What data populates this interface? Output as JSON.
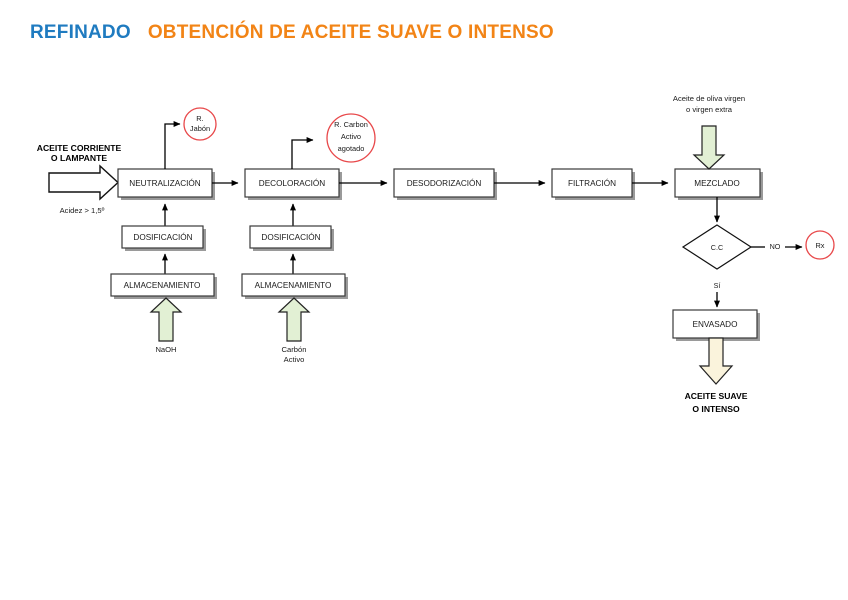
{
  "title": {
    "prefix": "REFINADO",
    "main": "OBTENCIÓN DE ACEITE SUAVE O INTENSO",
    "prefix_color": "#1F7BC0",
    "main_color": "#F28416"
  },
  "diagram": {
    "type": "process-flowchart",
    "inputs": {
      "feed_label_line1": "ACEITE CORRIENTE",
      "feed_label_line2": "O LAMPANTE",
      "feed_note": "Acidez > 1,5º",
      "naoh_label": "NaOH",
      "carbon_label_line1": "Carbón",
      "carbon_label_line2": "Activo",
      "virgin_oil_line1": "Aceite de oliva virgen",
      "virgin_oil_line2": "o virgen extra"
    },
    "main_stages": [
      {
        "id": "neutralizacion",
        "label": "NEUTRALIZACIÓN"
      },
      {
        "id": "decoloracion",
        "label": "DECOLORACIÓN"
      },
      {
        "id": "desodorizacion",
        "label": "DESODORIZACIÓN"
      },
      {
        "id": "filtracion",
        "label": "FILTRACIÓN"
      },
      {
        "id": "mezclado",
        "label": "MEZCLADO"
      }
    ],
    "dosing_units": [
      {
        "id": "dosificacion-1",
        "label": "DOSIFICACIÓN"
      },
      {
        "id": "dosificacion-2",
        "label": "DOSIFICACIÓN"
      }
    ],
    "storage_units": [
      {
        "id": "almacenamiento-1",
        "label": "ALMACENAMIENTO"
      },
      {
        "id": "almacenamiento-2",
        "label": "ALMACENAMIENTO"
      }
    ],
    "residues": [
      {
        "id": "r-jabon",
        "lines": [
          "R.",
          "Jabón"
        ]
      },
      {
        "id": "r-carbon",
        "lines": [
          "R. Carbon",
          "Activo",
          "agotado"
        ]
      }
    ],
    "quality_check": {
      "label": "C.C",
      "no_label": "NO",
      "yes_label": "Sí",
      "rework_label": "Rx"
    },
    "packaging": {
      "label": "ENVASADO"
    },
    "output": {
      "line1": "ACEITE SUAVE",
      "line2": "O INTENSO"
    },
    "colors": {
      "residue_circle_stroke": "#e8484a",
      "green_arrow_fill": "#E2F0D4",
      "cream_arrow_fill": "#FAF3DC",
      "box_stroke": "#3a3a3a"
    }
  }
}
